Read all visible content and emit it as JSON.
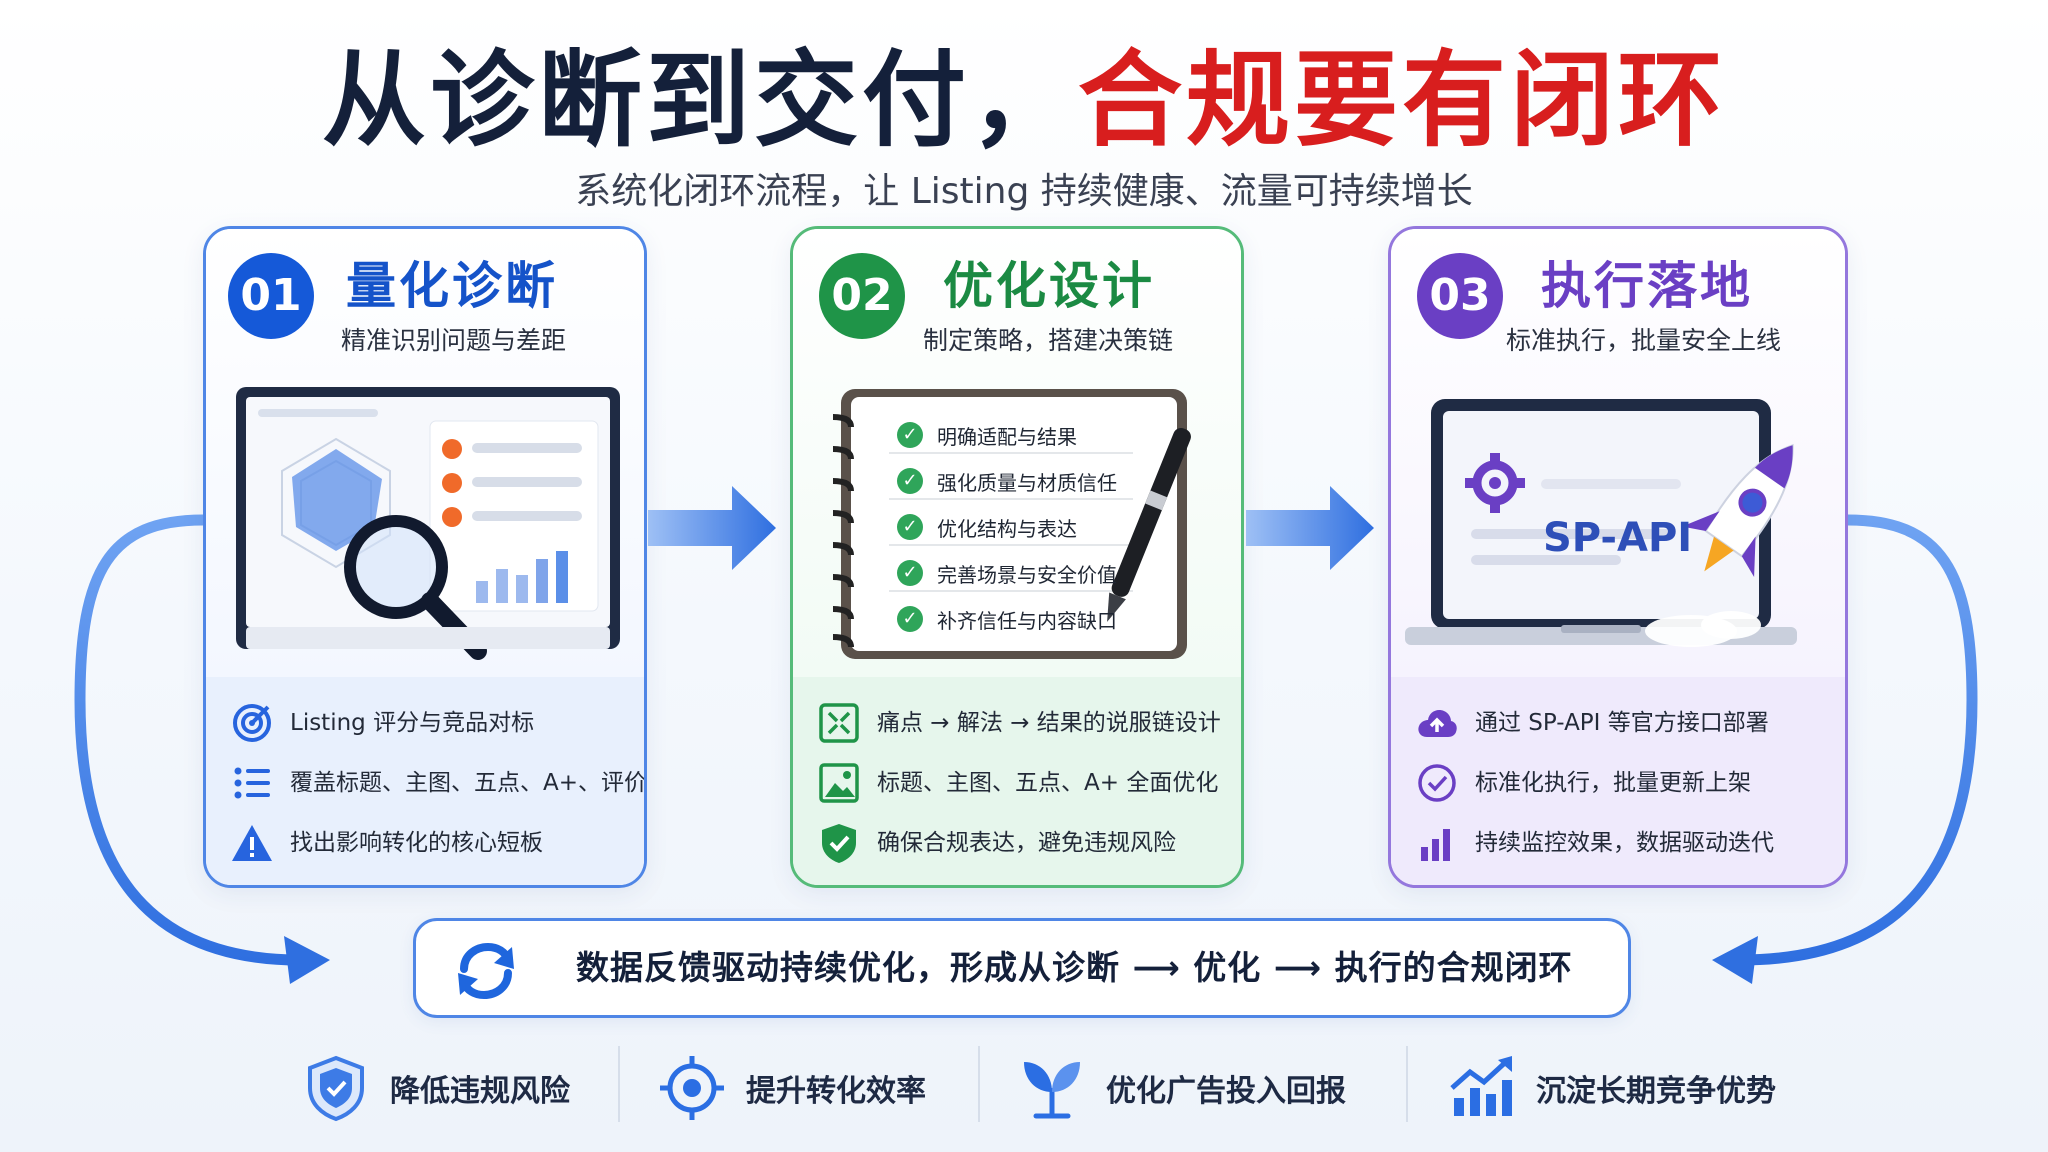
{
  "header": {
    "title_dark": "从诊断到交付，",
    "title_red": "合规要有闭环",
    "subtitle": "系统化闭环流程，让 Listing 持续健康、流量可持续增长"
  },
  "colors": {
    "blue": "#1559d8",
    "green": "#1f9448",
    "purple": "#6a3fc4",
    "red": "#d81e1e"
  },
  "steps": [
    {
      "num": "01",
      "title": "量化诊断",
      "subtitle": "精准识别问题与差距",
      "illustration": "monitor-radar-chart-magnifier",
      "features": [
        {
          "icon": "target-icon",
          "text": "Listing 评分与竞品对标"
        },
        {
          "icon": "list-icon",
          "text": "覆盖标题、主图、五点、A+、评价等"
        },
        {
          "icon": "warning-icon",
          "text": "找出影响转化的核心短板"
        }
      ]
    },
    {
      "num": "02",
      "title": "优化设计",
      "subtitle": "制定策略，搭建决策链",
      "illustration": "notebook-checklist-pen",
      "checklist": [
        "明确适配与结果",
        "强化质量与材质信任",
        "优化结构与表达",
        "完善场景与安全价值",
        "补齐信任与内容缺口"
      ],
      "features": [
        {
          "icon": "flow-icon",
          "text": "痛点 → 解法 → 结果的说服链设计"
        },
        {
          "icon": "image-icon",
          "text": "标题、主图、五点、A+ 全面优化"
        },
        {
          "icon": "shield-check-icon",
          "text": "确保合规表达，避免违规风险"
        }
      ]
    },
    {
      "num": "03",
      "title": "执行落地",
      "subtitle": "标准执行，批量安全上线",
      "illustration": "laptop-rocket",
      "screen_label": "SP-API",
      "features": [
        {
          "icon": "cloud-upload-icon",
          "text": "通过 SP-API 等官方接口部署"
        },
        {
          "icon": "check-circle-icon",
          "text": "标准化执行，批量更新上架"
        },
        {
          "icon": "bar-chart-icon",
          "text": "持续监控效果，数据驱动迭代"
        }
      ]
    }
  ],
  "loop_banner": {
    "icon": "refresh-cycle-icon",
    "text": "数据反馈驱动持续优化，形成从诊断 ⟶ 优化 ⟶ 执行的合规闭环"
  },
  "benefits": [
    {
      "icon": "shield-icon",
      "text": "降低违规风险"
    },
    {
      "icon": "crosshair-icon",
      "text": "提升转化效率"
    },
    {
      "icon": "sprout-icon",
      "text": "优化广告投入回报"
    },
    {
      "icon": "growth-chart-icon",
      "text": "沉淀长期竞争优势"
    }
  ]
}
